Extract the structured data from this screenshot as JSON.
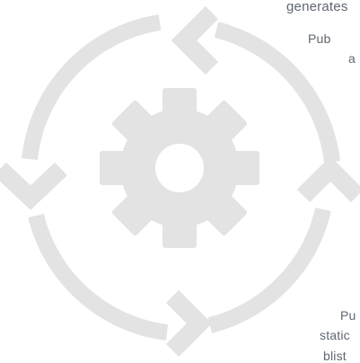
{
  "diagram": {
    "icons": {
      "gear": "gear-icon",
      "cycle": "cycle-arrows-icon"
    },
    "colors": {
      "graphic": "#e3e3e3",
      "gear_hole": "#ffffff",
      "text": "#5f6670",
      "background": "#ffffff"
    },
    "text_fragments": [
      "generates",
      "Pub",
      "a",
      "Pu",
      "static",
      "blist"
    ]
  }
}
